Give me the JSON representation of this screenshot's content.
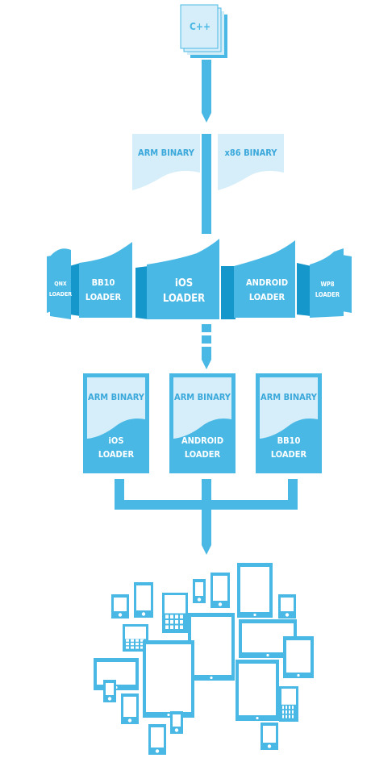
{
  "colors": {
    "primary": "#4ab8e4",
    "dark": "#1597cc",
    "pale": "#d6eef9",
    "text_on_primary": "#ffffff",
    "text_on_pale": "#3aa8db"
  },
  "source": {
    "label": "C++"
  },
  "binaries": [
    {
      "label": "ARM BINARY"
    },
    {
      "label": "x86 BINARY"
    }
  ],
  "carousel": {
    "far_left": {
      "line1": "QNX",
      "line2": "LOADER"
    },
    "left": {
      "line1": "BB10",
      "line2": "LOADER"
    },
    "center": {
      "line1": "iOS",
      "line2": "LOADER"
    },
    "right": {
      "line1": "ANDROID",
      "line2": "LOADER"
    },
    "far_right": {
      "line1": "WP8",
      "line2": "LOADER"
    }
  },
  "packages": [
    {
      "binary": "ARM BINARY",
      "line1": "iOS",
      "line2": "LOADER"
    },
    {
      "binary": "ARM BINARY",
      "line1": "ANDROID",
      "line2": "LOADER"
    },
    {
      "binary": "ARM BINARY",
      "line1": "BB10",
      "line2": "LOADER"
    }
  ],
  "devices": [
    {
      "icon": "phone-icon"
    },
    {
      "icon": "phone-icon"
    },
    {
      "icon": "qwerty-phone-icon"
    },
    {
      "icon": "phone-icon"
    },
    {
      "icon": "phone-icon"
    },
    {
      "icon": "tablet-icon"
    },
    {
      "icon": "phone-icon"
    },
    {
      "icon": "qwerty-phone-icon"
    },
    {
      "icon": "tablet-icon"
    },
    {
      "icon": "tablet-icon"
    },
    {
      "icon": "tablet-icon"
    },
    {
      "icon": "tablet-icon"
    },
    {
      "icon": "tablet-icon"
    },
    {
      "icon": "tablet-icon"
    },
    {
      "icon": "phone-icon"
    },
    {
      "icon": "phone-icon"
    },
    {
      "icon": "qwerty-phone-icon"
    },
    {
      "icon": "phone-icon"
    },
    {
      "icon": "phone-icon"
    },
    {
      "icon": "phone-icon"
    }
  ]
}
